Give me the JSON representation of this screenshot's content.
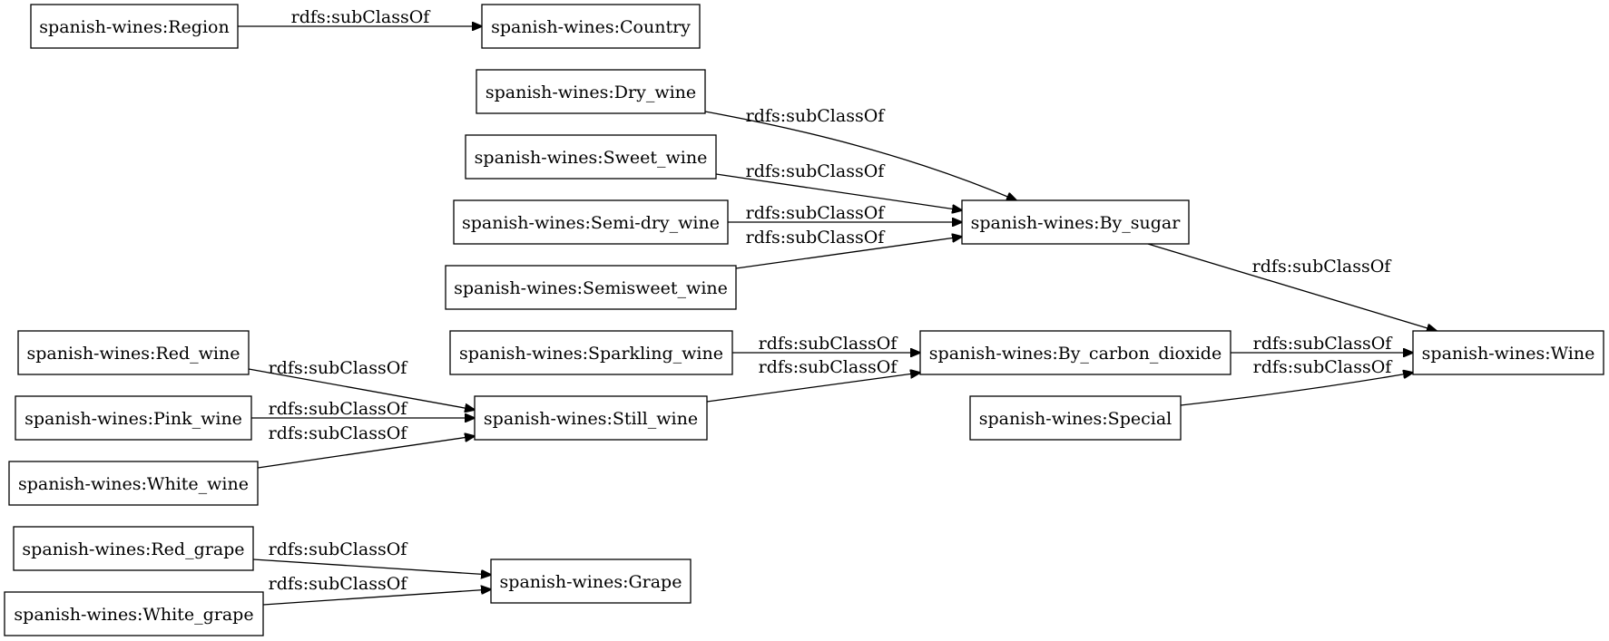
{
  "nodes": [
    {
      "id": "region",
      "label": "spanish-wines:Region"
    },
    {
      "id": "country",
      "label": "spanish-wines:Country"
    },
    {
      "id": "dry_wine",
      "label": "spanish-wines:Dry_wine"
    },
    {
      "id": "sweet_wine",
      "label": "spanish-wines:Sweet_wine"
    },
    {
      "id": "semi_dry_wine",
      "label": "spanish-wines:Semi-dry_wine"
    },
    {
      "id": "semisweet_wine",
      "label": "spanish-wines:Semisweet_wine"
    },
    {
      "id": "by_sugar",
      "label": "spanish-wines:By_sugar"
    },
    {
      "id": "red_wine",
      "label": "spanish-wines:Red_wine"
    },
    {
      "id": "pink_wine",
      "label": "spanish-wines:Pink_wine"
    },
    {
      "id": "white_wine",
      "label": "spanish-wines:White_wine"
    },
    {
      "id": "sparkling_wine",
      "label": "spanish-wines:Sparkling_wine"
    },
    {
      "id": "still_wine",
      "label": "spanish-wines:Still_wine"
    },
    {
      "id": "by_carbon_dioxide",
      "label": "spanish-wines:By_carbon_dioxide"
    },
    {
      "id": "special",
      "label": "spanish-wines:Special"
    },
    {
      "id": "wine",
      "label": "spanish-wines:Wine"
    },
    {
      "id": "red_grape",
      "label": "spanish-wines:Red_grape"
    },
    {
      "id": "white_grape",
      "label": "spanish-wines:White_grape"
    },
    {
      "id": "grape",
      "label": "spanish-wines:Grape"
    }
  ],
  "edges": [
    {
      "id": "e_region_country",
      "source": "region",
      "target": "country",
      "label": "rdfs:subClassOf"
    },
    {
      "id": "e_dry_bysugar",
      "source": "dry_wine",
      "target": "by_sugar",
      "label": "rdfs:subClassOf"
    },
    {
      "id": "e_sweet_bysugar",
      "source": "sweet_wine",
      "target": "by_sugar",
      "label": "rdfs:subClassOf"
    },
    {
      "id": "e_semidry_bysugar",
      "source": "semi_dry_wine",
      "target": "by_sugar",
      "label": "rdfs:subClassOf"
    },
    {
      "id": "e_semisweet_bysugar",
      "source": "semisweet_wine",
      "target": "by_sugar",
      "label": "rdfs:subClassOf"
    },
    {
      "id": "e_bysugar_wine",
      "source": "by_sugar",
      "target": "wine",
      "label": "rdfs:subClassOf"
    },
    {
      "id": "e_sparkling_byco2",
      "source": "sparkling_wine",
      "target": "by_carbon_dioxide",
      "label": "rdfs:subClassOf"
    },
    {
      "id": "e_still_byco2",
      "source": "still_wine",
      "target": "by_carbon_dioxide",
      "label": "rdfs:subClassOf"
    },
    {
      "id": "e_byco2_wine",
      "source": "by_carbon_dioxide",
      "target": "wine",
      "label": "rdfs:subClassOf"
    },
    {
      "id": "e_special_wine",
      "source": "special",
      "target": "wine",
      "label": "rdfs:subClassOf"
    },
    {
      "id": "e_red_still",
      "source": "red_wine",
      "target": "still_wine",
      "label": "rdfs:subClassOf"
    },
    {
      "id": "e_pink_still",
      "source": "pink_wine",
      "target": "still_wine",
      "label": "rdfs:subClassOf"
    },
    {
      "id": "e_white_still",
      "source": "white_wine",
      "target": "still_wine",
      "label": "rdfs:subClassOf"
    },
    {
      "id": "e_redgrape_grape",
      "source": "red_grape",
      "target": "grape",
      "label": "rdfs:subClassOf"
    },
    {
      "id": "e_whitegrape_grape",
      "source": "white_grape",
      "target": "grape",
      "label": "rdfs:subClassOf"
    }
  ]
}
